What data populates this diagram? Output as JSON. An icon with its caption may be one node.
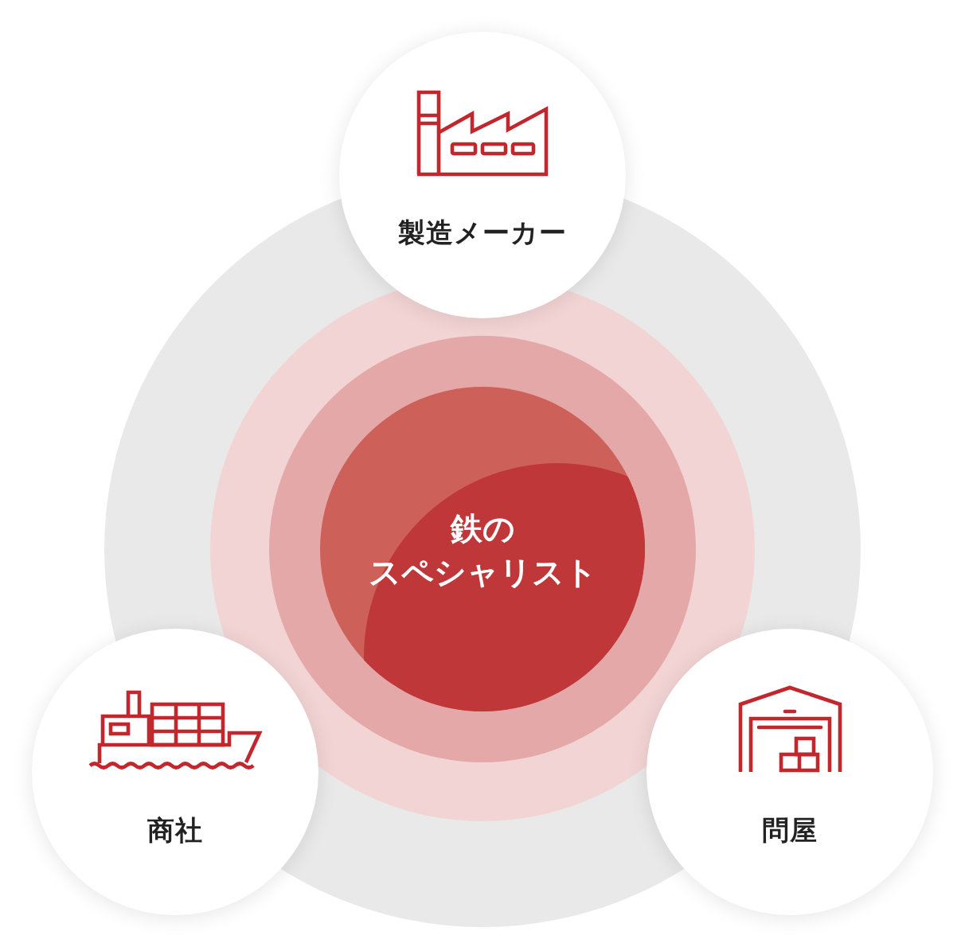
{
  "diagram": {
    "nodes": [
      {
        "text": [
          "製造メーカー"
        ]
      },
      {
        "text": [
          "鉄のスペシャリスト"
        ]
      },
      {
        "text": [
          "商社"
        ]
      },
      {
        "text": [
          "問屋"
        ]
      }
    ]
  }
}
